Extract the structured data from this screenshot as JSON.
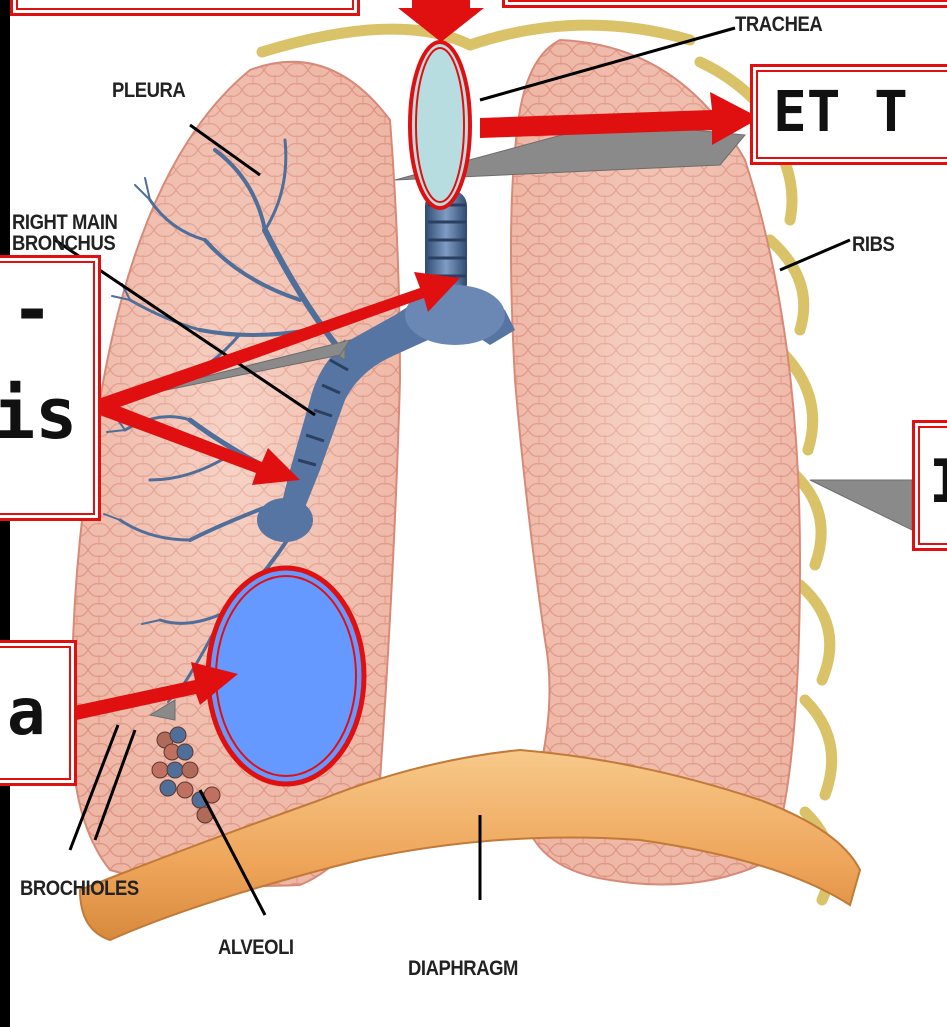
{
  "labels": {
    "trachea": "TRACHEA",
    "pleura": "PLEURA",
    "right_main_bronchus_line1": "RIGHT MAIN",
    "right_main_bronchus_line2": "BRONCHUS",
    "ribs": "RIBS",
    "brochioles": "BROCHIOLES",
    "alveoli": "ALVEOLI",
    "diaphragm": "DIAPHRAGM"
  },
  "callouts": {
    "et_tube": "ET T",
    "bronchi_line1": "-",
    "bronchi_line2": "is",
    "right_partial": "I",
    "lower_left": "a"
  },
  "colors": {
    "accent_red": "#e01010",
    "trachea_oval": "#b8dde0",
    "bronchiole_oval": "#6699ff",
    "lung_tissue": "#f2c2b2",
    "diaphragm": "#f0b060",
    "airway_blue": "#4f6e9a",
    "background_strip": "#000000"
  }
}
